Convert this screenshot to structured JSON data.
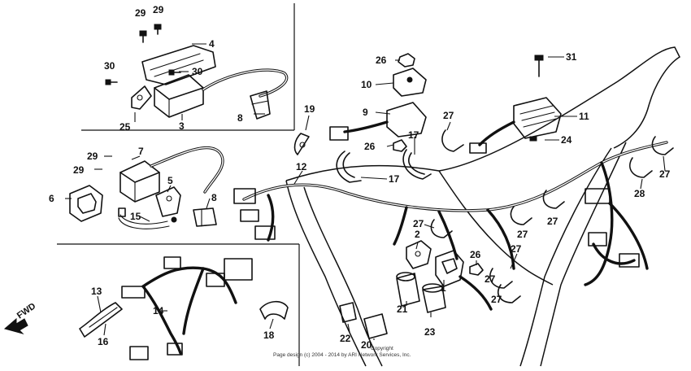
{
  "diagram": {
    "fwd_label": "FWD",
    "credit_line_1": "Copyright",
    "credit_line_2": "Page design (c) 2004 - 2014 by ARI Network Services, Inc.",
    "callouts": {
      "c1": "1",
      "c2": "2",
      "c3": "3",
      "c4": "4",
      "c5": "5",
      "c6": "6",
      "c7": "7",
      "c8a": "8",
      "c8b": "8",
      "c9": "9",
      "c10": "10",
      "c11": "11",
      "c12": "12",
      "c13": "13",
      "c14": "14",
      "c15": "15",
      "c16": "16",
      "c17a": "17",
      "c17b": "17",
      "c18": "18",
      "c19": "19",
      "c20": "20",
      "c21": "21",
      "c22": "22",
      "c23": "23",
      "c24": "24",
      "c25": "25",
      "c26a": "26",
      "c26b": "26",
      "c26c": "26",
      "c27a": "27",
      "c27b": "27",
      "c27c": "27",
      "c27d": "27",
      "c27e": "27",
      "c27f": "27",
      "c27g": "27",
      "c27h": "27",
      "c28": "28",
      "c29a": "29",
      "c29b": "29",
      "c29c": "29",
      "c29d": "29",
      "c30a": "30",
      "c30b": "30",
      "c31": "31"
    }
  }
}
